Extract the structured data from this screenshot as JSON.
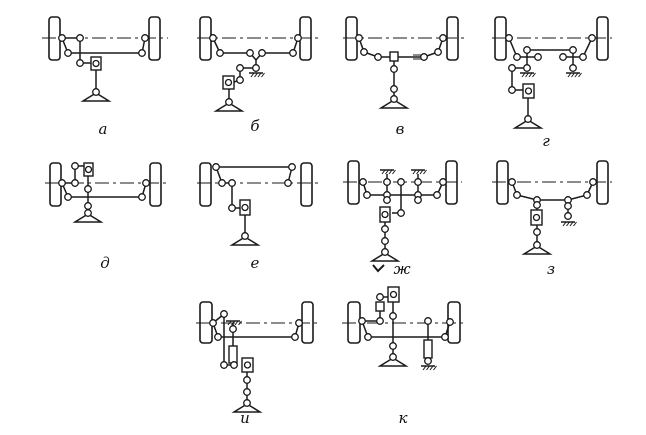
{
  "figure": {
    "labels": [
      "а",
      "б",
      "в",
      "г",
      "д",
      "е",
      "ж",
      "з",
      "и",
      "к"
    ],
    "ink_color": "#1a1a1a"
  }
}
